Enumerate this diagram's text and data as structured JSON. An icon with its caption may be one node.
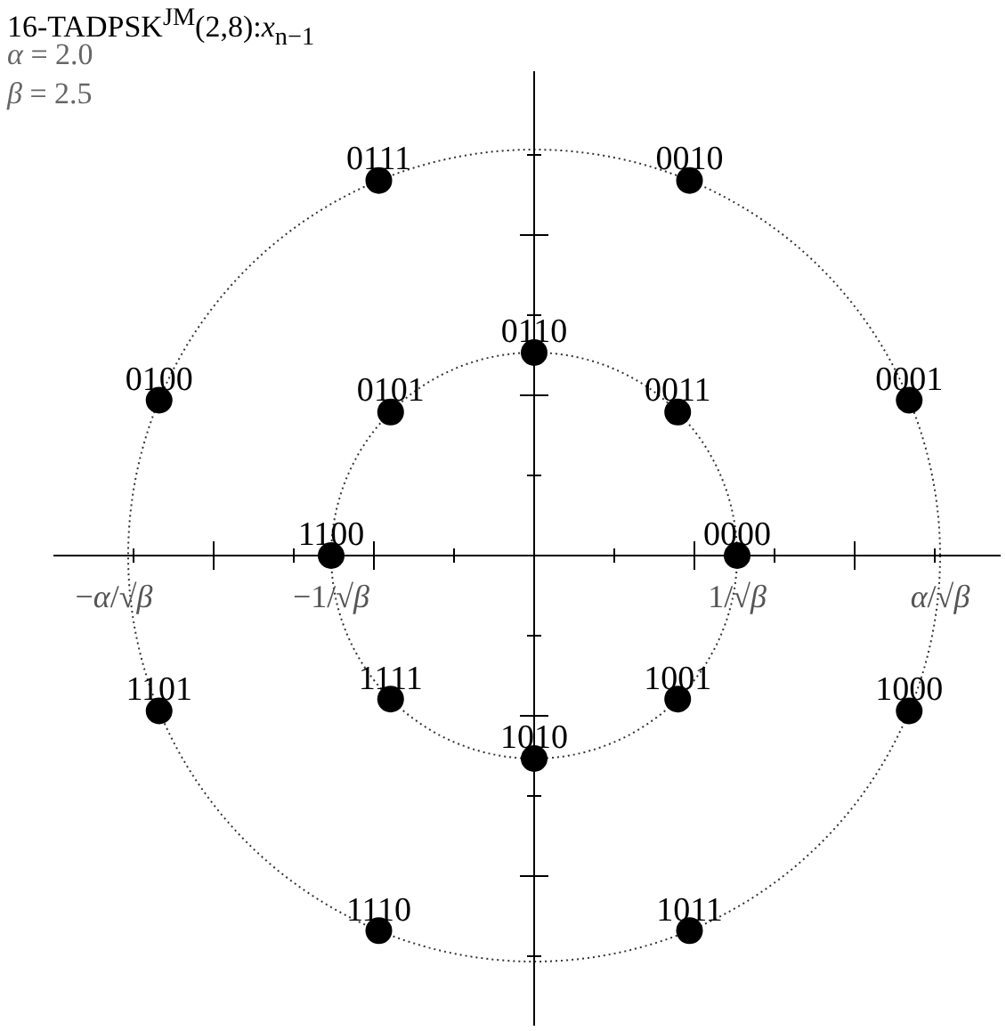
{
  "diagram": {
    "title": "16-TADPSK$^{JM}$(2,8):*x*$_{n−1}$",
    "labels": [
      "*α* = 2.0",
      "*β* = 2.5",
      "0111",
      "0010",
      "0110",
      "0100",
      "0101",
      "0011",
      "0001",
      "1100",
      "0000",
      "−*α*/√*β*",
      "−1/√*β*",
      "1/√*β*",
      "*α*/√*β*",
      "1101",
      "1111",
      "1001",
      "1000",
      "1010",
      "1110",
      "1011"
    ]
  }
}
